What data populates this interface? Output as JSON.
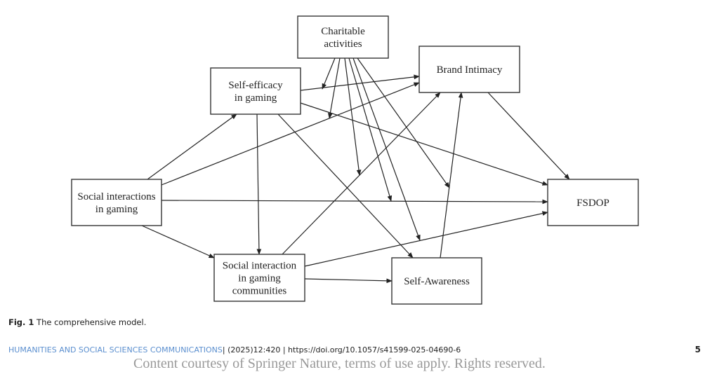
{
  "figure": {
    "nodes": [
      {
        "id": "charitable",
        "lines": [
          "Charitable",
          "activities"
        ]
      },
      {
        "id": "brand",
        "lines": [
          "Brand Intimacy"
        ]
      },
      {
        "id": "selfeff",
        "lines": [
          "Self-efficacy",
          "in gaming"
        ]
      },
      {
        "id": "social",
        "lines": [
          "Social interactions",
          "in gaming"
        ]
      },
      {
        "id": "fsdop",
        "lines": [
          "FSDOP"
        ]
      },
      {
        "id": "community",
        "lines": [
          "Social interaction",
          "in gaming",
          "communities"
        ]
      },
      {
        "id": "selfaware",
        "lines": [
          "Self-Awareness"
        ]
      }
    ],
    "edges": [
      {
        "from": "social",
        "to": "selfeff"
      },
      {
        "from": "social",
        "to": "brand"
      },
      {
        "from": "social",
        "to": "fsdop"
      },
      {
        "from": "social",
        "to": "community"
      },
      {
        "from": "selfeff",
        "to": "brand"
      },
      {
        "from": "selfeff",
        "to": "fsdop"
      },
      {
        "from": "selfeff",
        "to": "community"
      },
      {
        "from": "selfeff",
        "to": "selfaware"
      },
      {
        "from": "community",
        "to": "brand"
      },
      {
        "from": "community",
        "to": "fsdop"
      },
      {
        "from": "community",
        "to": "selfaware"
      },
      {
        "from": "selfaware",
        "to": "brand"
      },
      {
        "from": "brand",
        "to": "fsdop"
      },
      {
        "from": "charitable",
        "to": "edge:selfeff-brand",
        "moderation": true
      },
      {
        "from": "charitable",
        "to": "edge:social-brand",
        "moderation": true
      },
      {
        "from": "charitable",
        "to": "edge:community-brand",
        "moderation": true
      },
      {
        "from": "charitable",
        "to": "edge:social-fsdop",
        "moderation": true
      },
      {
        "from": "charitable",
        "to": "edge:community-fsdop",
        "moderation": true
      },
      {
        "from": "charitable",
        "to": "edge:selfaware-brand",
        "moderation": true
      }
    ]
  },
  "caption": {
    "label": "Fig. 1",
    "text": " The comprehensive model."
  },
  "footer": {
    "journal": "HUMANITIES AND SOCIAL SCIENCES COMMUNICATIONS",
    "citation": "| (2025)12:420 | https://doi.org/10.1057/s41599-025-04690-6",
    "page": "5"
  },
  "watermark": "Content courtesy of Springer Nature, terms of use apply. Rights reserved."
}
